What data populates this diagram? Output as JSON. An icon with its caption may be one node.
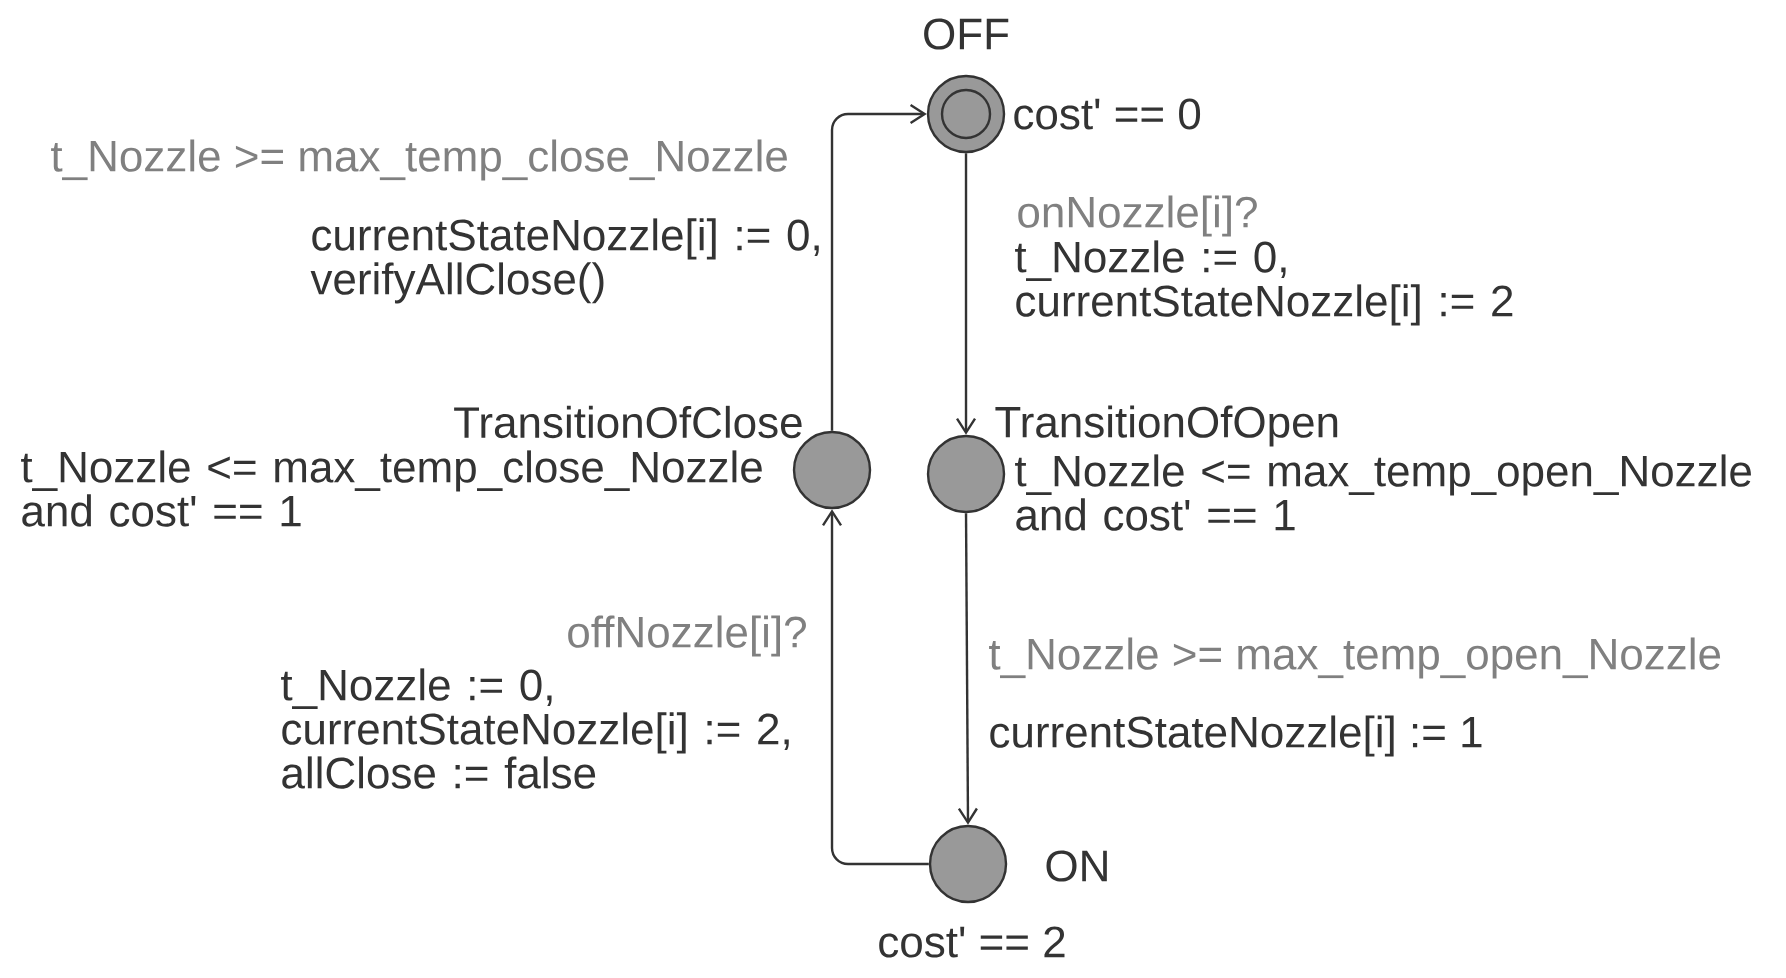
{
  "diagram": {
    "nodes": [
      {
        "text": [
          "OFF"
        ],
        "beside": [
          "cost' == 0"
        ]
      },
      {
        "text": [
          "TransitionOfClose"
        ],
        "beside": [
          "t_Nozzle <= max_temp_close_Nozzle and cost' == 1"
        ]
      },
      {
        "text": [
          "TransitionOfOpen"
        ],
        "beside": [
          "t_Nozzle <= max_temp_open_Nozzle and cost' == 1"
        ]
      },
      {
        "text": [
          "ON"
        ],
        "beside": [
          "cost' == 2"
        ]
      }
    ],
    "edges": [
      {
        "from": 0,
        "to": 2,
        "arrow": "to",
        "label": "onNozzle[i]?"
      },
      {
        "from": 2,
        "to": 3,
        "arrow": "to",
        "label": "t_Nozzle >= max_temp_open_Nozzle"
      },
      {
        "from": 3,
        "to": 1,
        "arrow": "to",
        "label": "offNozzle[i]?"
      },
      {
        "from": 1,
        "to": 0,
        "arrow": "to",
        "label": "t_Nozzle >= max_temp_close_Nozzle"
      }
    ],
    "labels": [
      "currentStateNozzle[i] := 0, verifyAllClose()",
      "t_Nozzle := 0, currentStateNozzle[i] := 2",
      "t_Nozzle := 0, currentStateNozzle[i] := 2, allClose := false",
      "currentStateNozzle[i] := 1"
    ]
  }
}
